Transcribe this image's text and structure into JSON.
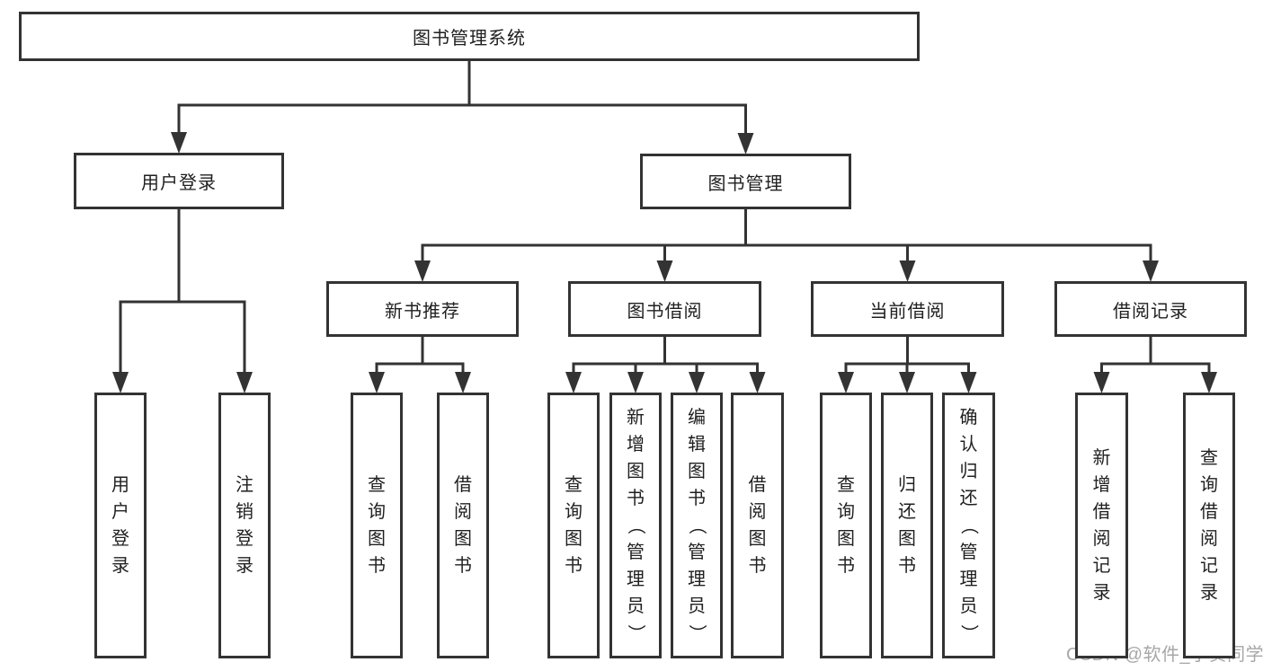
{
  "page": {
    "background": "#ffffff",
    "stroke_color": "#333333",
    "text_color": "#1f1f1f"
  },
  "diagram": {
    "title": "图书管理系统",
    "nodes": [
      {
        "id": "system",
        "label": "图书管理系统",
        "orientation": "horizontal"
      },
      {
        "id": "user-login",
        "label": "用户登录",
        "orientation": "horizontal"
      },
      {
        "id": "book-management",
        "label": "图书管理",
        "orientation": "horizontal"
      },
      {
        "id": "new-book-recommend",
        "label": "新书推荐",
        "orientation": "horizontal"
      },
      {
        "id": "book-borrowing",
        "label": "图书借阅",
        "orientation": "horizontal"
      },
      {
        "id": "current-borrowing",
        "label": "当前借阅",
        "orientation": "horizontal"
      },
      {
        "id": "borrowing-records",
        "label": "借阅记录",
        "orientation": "horizontal"
      },
      {
        "id": "leaf-user-login",
        "label": "用户登录",
        "orientation": "vertical"
      },
      {
        "id": "leaf-logout",
        "label": "注销登录",
        "orientation": "vertical"
      },
      {
        "id": "leaf-query-books-recommend",
        "label": "查询图书",
        "orientation": "vertical"
      },
      {
        "id": "leaf-borrow-books-recommend",
        "label": "借阅图书",
        "orientation": "vertical"
      },
      {
        "id": "leaf-query-books-borrow",
        "label": "查询图书",
        "orientation": "vertical"
      },
      {
        "id": "leaf-add-book-admin",
        "label": "新增图书（管理员）",
        "orientation": "vertical"
      },
      {
        "id": "leaf-edit-book-admin",
        "label": "编辑图书（管理员）",
        "orientation": "vertical"
      },
      {
        "id": "leaf-borrow-books",
        "label": "借阅图书",
        "orientation": "vertical"
      },
      {
        "id": "leaf-query-books-current",
        "label": "查询图书",
        "orientation": "vertical"
      },
      {
        "id": "leaf-return-book",
        "label": "归还图书",
        "orientation": "vertical"
      },
      {
        "id": "leaf-confirm-return-admin",
        "label": "确认归还（管理员）",
        "orientation": "vertical"
      },
      {
        "id": "leaf-add-borrow-record",
        "label": "新增借阅记录",
        "orientation": "vertical"
      },
      {
        "id": "leaf-query-borrow-record",
        "label": "查询借阅记录",
        "orientation": "vertical"
      }
    ],
    "edges": [
      {
        "parent": "system",
        "children": [
          "user-login",
          "book-management"
        ]
      },
      {
        "parent": "user-login",
        "children": [
          "leaf-user-login",
          "leaf-logout"
        ]
      },
      {
        "parent": "book-management",
        "children": [
          "new-book-recommend",
          "book-borrowing",
          "current-borrowing",
          "borrowing-records"
        ]
      },
      {
        "parent": "new-book-recommend",
        "children": [
          "leaf-query-books-recommend",
          "leaf-borrow-books-recommend"
        ]
      },
      {
        "parent": "book-borrowing",
        "children": [
          "leaf-query-books-borrow",
          "leaf-add-book-admin",
          "leaf-edit-book-admin",
          "leaf-borrow-books"
        ]
      },
      {
        "parent": "current-borrowing",
        "children": [
          "leaf-query-books-current",
          "leaf-return-book",
          "leaf-confirm-return-admin"
        ]
      },
      {
        "parent": "borrowing-records",
        "children": [
          "leaf-add-borrow-record",
          "leaf-query-borrow-record"
        ]
      }
    ]
  },
  "watermark": {
    "text": "CSDN @软件_小贺同学"
  }
}
